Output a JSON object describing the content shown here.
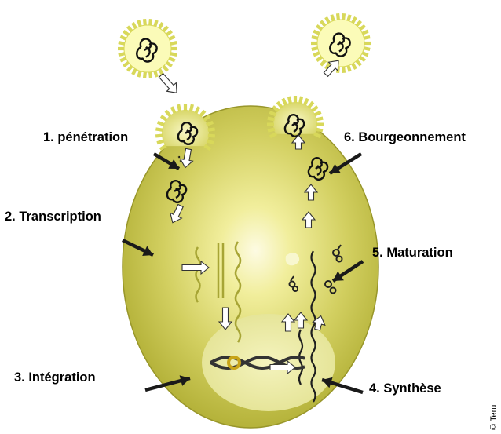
{
  "colors": {
    "cell_light": "#fbf8d6",
    "cell_mid": "#d7d468",
    "cell_dark": "#a7a52a",
    "nucleus": "#eeeeaa",
    "virus_fill": "#fbfbb8",
    "virus_spike": "#d8d85a",
    "rna": "#a8a835",
    "dna": "#333333",
    "dna_accent": "#c8a417",
    "pointer": "#1a1a1a"
  },
  "labels": {
    "step1": "1. pénétration",
    "step2": "2. Transcription",
    "step3": "3. Intégration",
    "step4": "4. Synthèse",
    "step5": "5. Maturation",
    "step6": "6. Bourgeonnement"
  },
  "credit": "© Teru"
}
